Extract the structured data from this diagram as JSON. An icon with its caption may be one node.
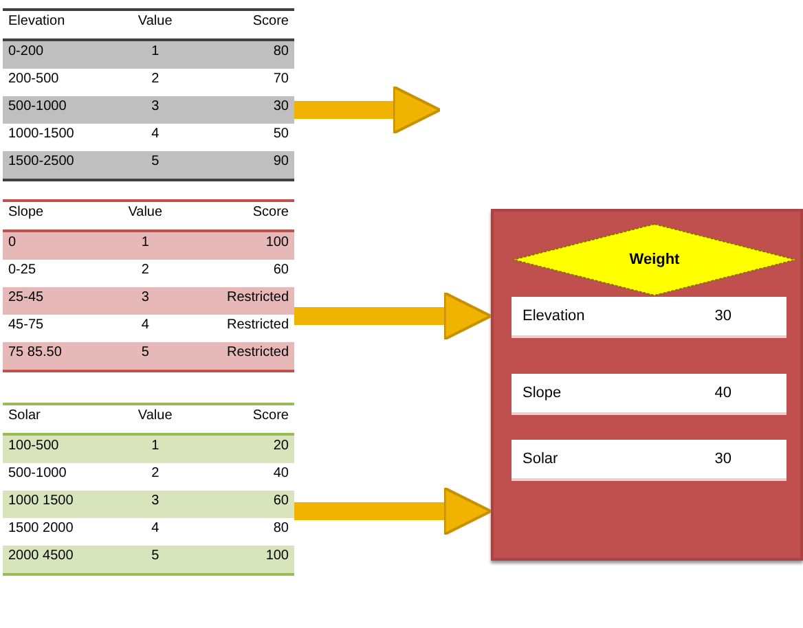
{
  "diagram": {
    "nodes": [
      {
        "text": [
          "Elevation",
          "Value",
          "Score",
          "0-200",
          "1",
          "80",
          "200-500",
          "2",
          "70",
          "500-1000",
          "3",
          "30",
          "1000-1500",
          "4",
          "50",
          "1500-2500",
          "5",
          "90"
        ]
      },
      {
        "text": [
          "Slope",
          "Value",
          "Score",
          "0",
          "1",
          "100",
          "0-25",
          "2",
          "60",
          "25-45",
          "3",
          "Restricted",
          "45-75",
          "4",
          "Restricted",
          "75 85.50",
          "5",
          "Restricted"
        ]
      },
      {
        "text": [
          "Solar",
          "Value",
          "Score",
          "100-500",
          "1",
          "20",
          "500-1000",
          "2",
          "40",
          "1000 1500",
          "3",
          "60",
          "1500 2000",
          "4",
          "80",
          "2000 4500",
          "5",
          "100"
        ]
      },
      {
        "text": [],
        "shape": "box"
      },
      {
        "text": [
          "Weight"
        ],
        "in": 3
      },
      {
        "text": [
          "Elevation",
          "30"
        ],
        "in": 3
      },
      {
        "text": [
          "Slope",
          "40"
        ],
        "in": 3
      },
      {
        "text": [
          "Solar",
          "30"
        ],
        "in": 3
      }
    ],
    "edges": [
      {
        "from": 0,
        "to": null,
        "arrow": "to"
      },
      {
        "from": 1,
        "to": 3,
        "arrow": "to"
      },
      {
        "from": 2,
        "to": 3,
        "arrow": "to"
      }
    ]
  }
}
